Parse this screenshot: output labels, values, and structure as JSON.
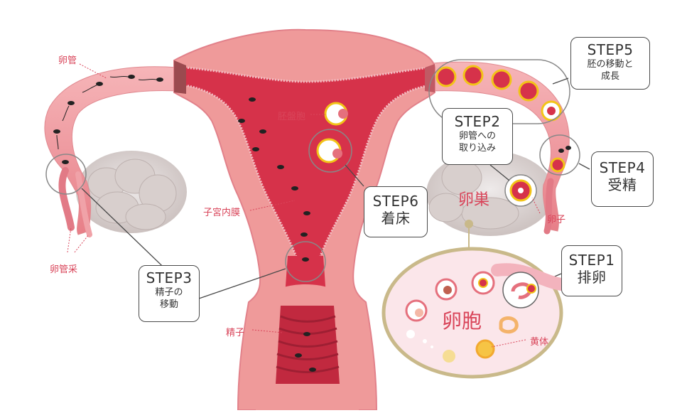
{
  "labels": {
    "oviduct": "卵管",
    "fimbriae": "卵管采",
    "endometrium": "子宮内膜",
    "sperm": "精子",
    "trophoblast": "胚盤胞",
    "ovary": "卵巣",
    "egg": "卵子",
    "follicle": "卵胞",
    "corpus_luteum": "黄体"
  },
  "steps": [
    {
      "id": "step1",
      "title": "STEP1",
      "desc": [
        "排卵"
      ]
    },
    {
      "id": "step2",
      "title": "STEP2",
      "desc": [
        "卵管への",
        "取り込み"
      ]
    },
    {
      "id": "step3",
      "title": "STEP3",
      "desc": [
        "精子の",
        "移動"
      ]
    },
    {
      "id": "step4",
      "title": "STEP4",
      "desc": [
        "受精"
      ]
    },
    {
      "id": "step5",
      "title": "STEP5",
      "desc": [
        "胚の移動と",
        "成長"
      ]
    },
    {
      "id": "step6",
      "title": "STEP6",
      "desc": [
        "着床"
      ]
    }
  ],
  "colors": {
    "uterus_outer": "#ef9a9a",
    "uterus_inner": "#d6324a",
    "uterus_mid": "#e5707d",
    "ovary": "#d9d2d0",
    "follicle_bg": "#fbe6ea",
    "follicle_border": "#c9b98a",
    "label_red": "#d9455a",
    "embryo_gold": "#f2c418"
  }
}
